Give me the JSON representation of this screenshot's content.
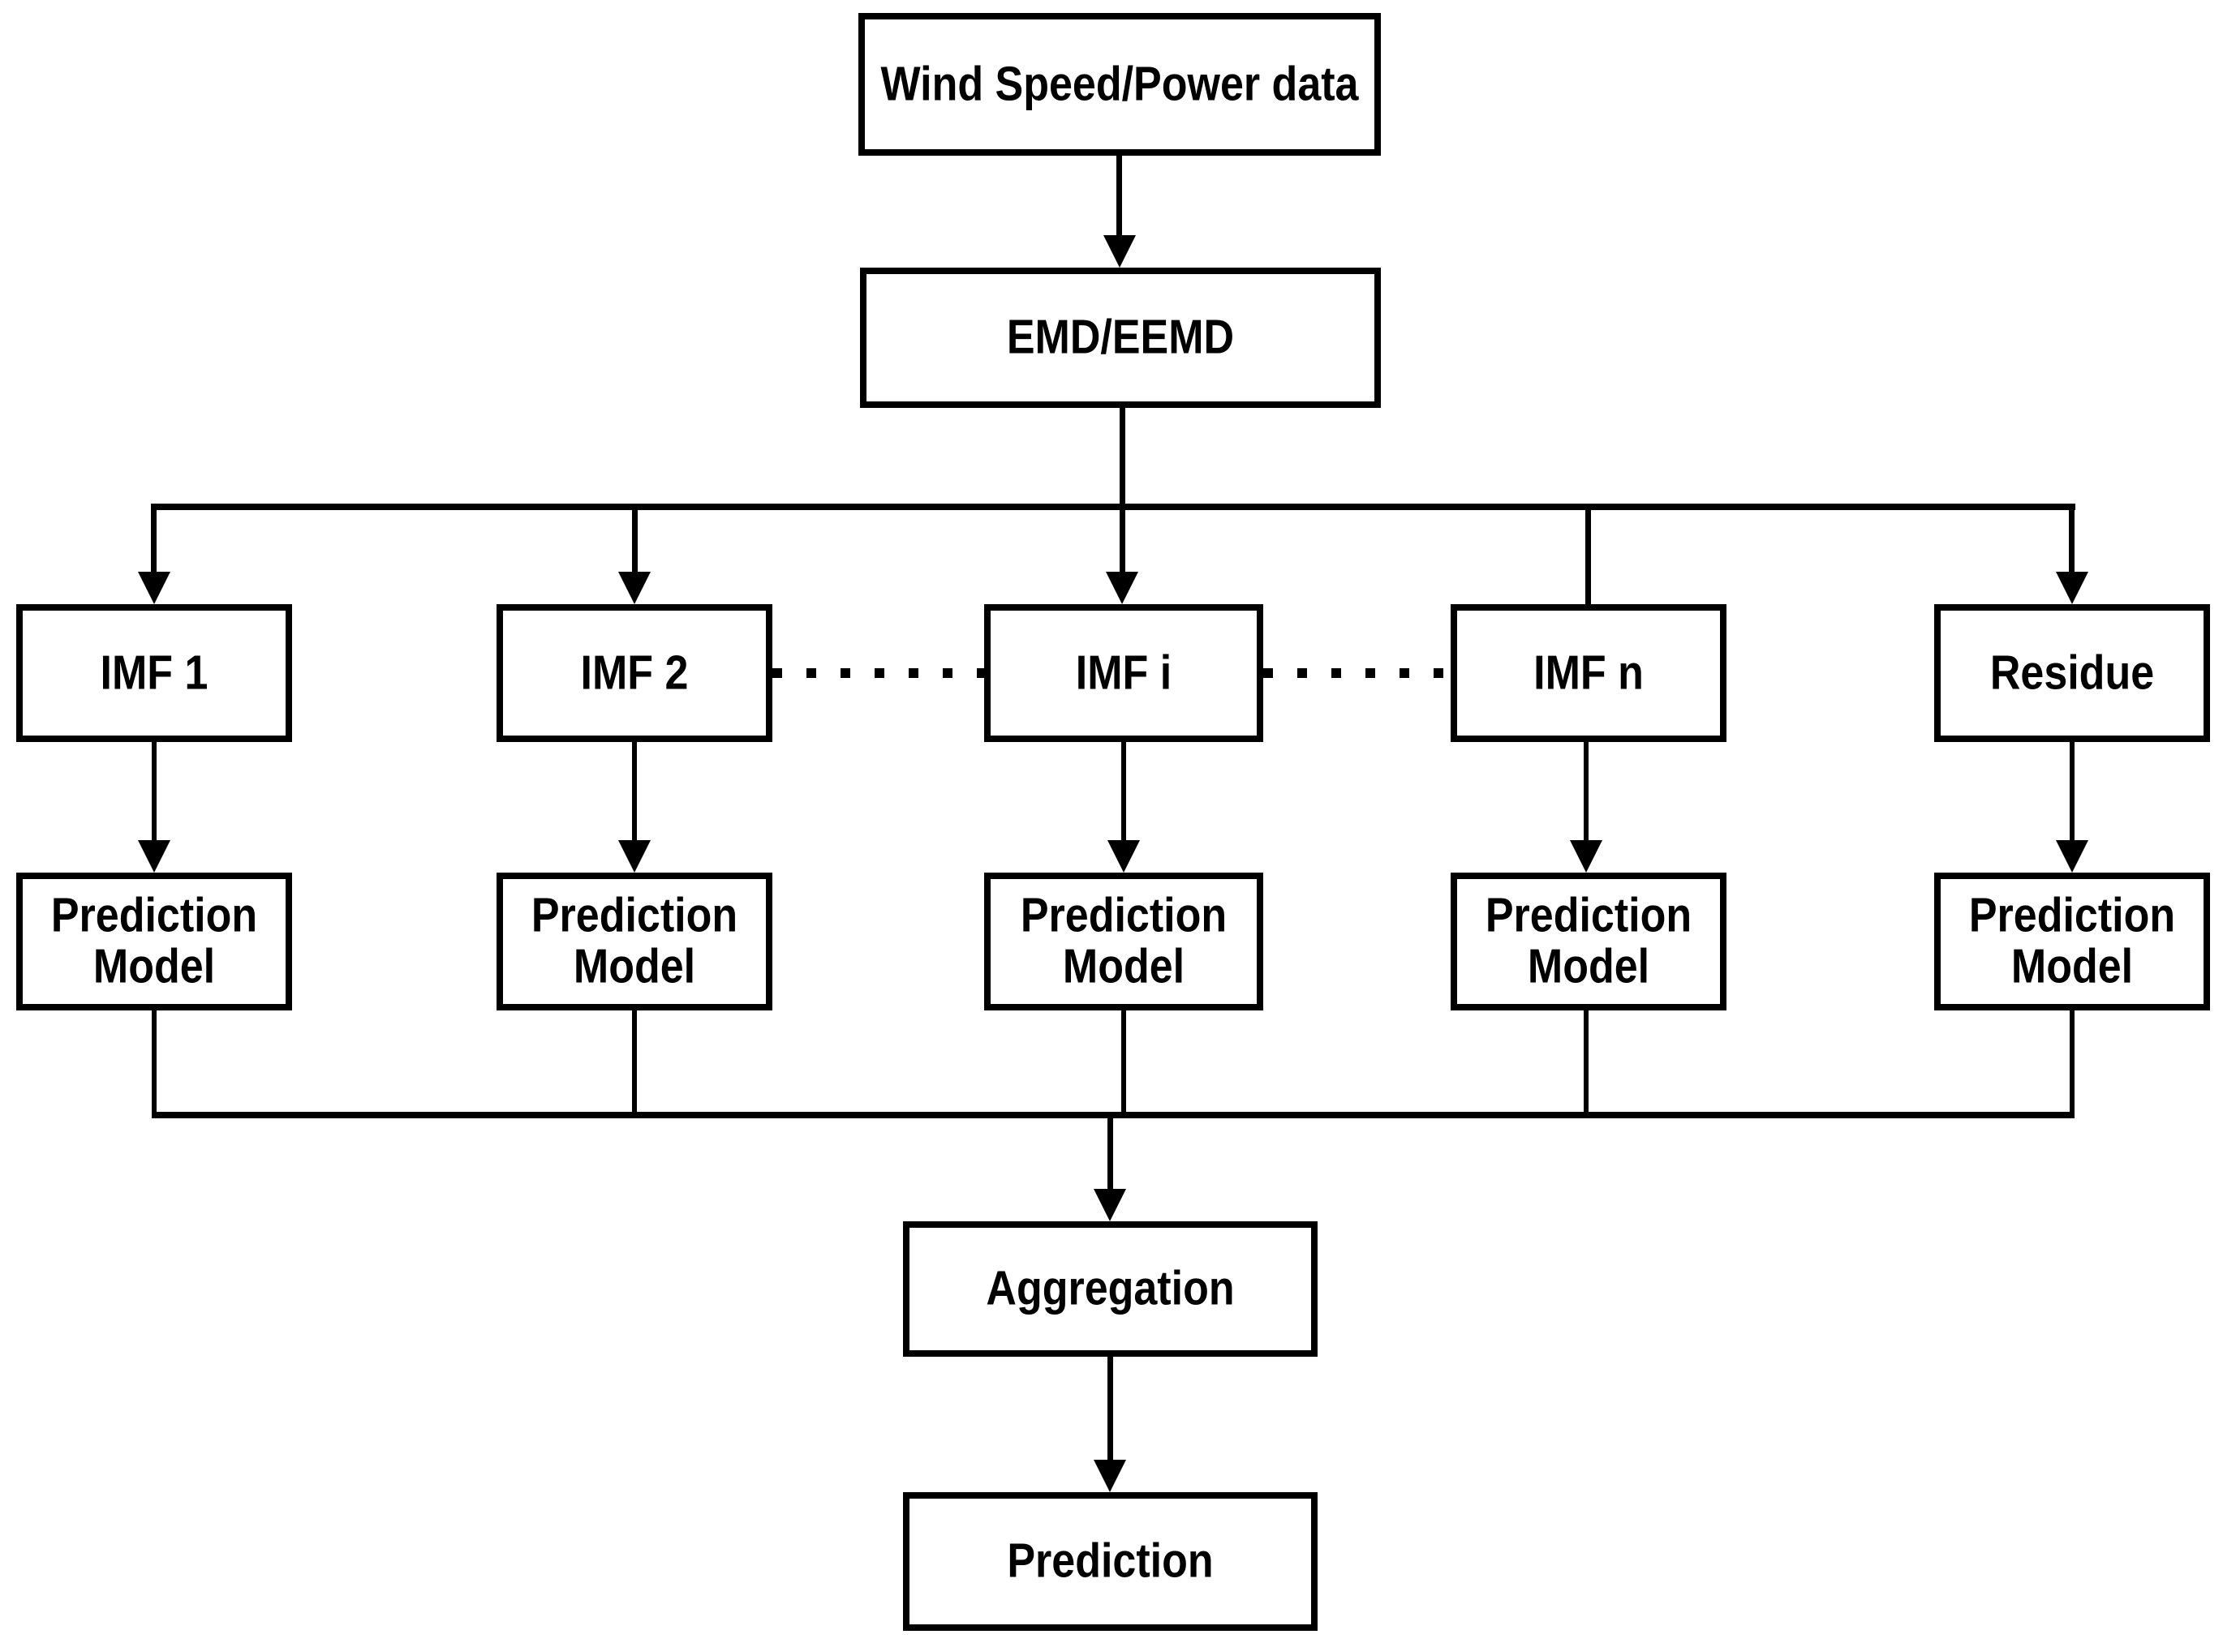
{
  "diagram": {
    "background_color": "#ffffff",
    "line_color": "#000000",
    "box_fill": "#ffffff",
    "nodes": {
      "input": "Wind Speed/Power data",
      "decomposition": "EMD/EEMD",
      "imf_1": "IMF 1",
      "imf_2": "IMF 2",
      "imf_i": "IMF i",
      "imf_n": "IMF n",
      "residue": "Residue",
      "prediction_model": "Prediction Model",
      "aggregation": "Aggregation",
      "output": "Prediction"
    },
    "ellipsis_connectors": [
      [
        "IMF 2",
        "IMF i"
      ],
      [
        "IMF i",
        "IMF n"
      ]
    ],
    "edges": [
      {
        "from": "Wind Speed/Power data",
        "to": "EMD/EEMD"
      },
      {
        "from": "EMD/EEMD",
        "to": "IMF 1"
      },
      {
        "from": "EMD/EEMD",
        "to": "IMF 2"
      },
      {
        "from": "EMD/EEMD",
        "to": "IMF i"
      },
      {
        "from": "EMD/EEMD",
        "to": "IMF n"
      },
      {
        "from": "EMD/EEMD",
        "to": "Residue"
      },
      {
        "from": "IMF 1",
        "to": "Prediction Model"
      },
      {
        "from": "IMF 2",
        "to": "Prediction Model"
      },
      {
        "from": "IMF i",
        "to": "Prediction Model"
      },
      {
        "from": "IMF n",
        "to": "Prediction Model"
      },
      {
        "from": "Residue",
        "to": "Prediction Model"
      },
      {
        "from": "Prediction Model (all)",
        "to": "Aggregation"
      },
      {
        "from": "Aggregation",
        "to": "Prediction"
      }
    ]
  }
}
